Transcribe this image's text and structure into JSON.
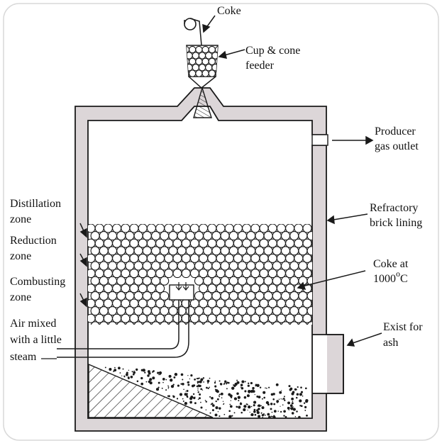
{
  "diagram": {
    "labels": {
      "coke": "Coke",
      "feeder_line1": "Cup & cone",
      "feeder_line2": "feeder",
      "producer_line1": "Producer",
      "producer_line2": "gas outlet",
      "refractory_line1": "Refractory",
      "refractory_line2": "brick lining",
      "coke_temp_line1": "Coke at",
      "coke_temp_line2": "1000",
      "coke_temp_degree": "o",
      "coke_temp_unit": "C",
      "exit_line1": "Exist for",
      "exit_line2": "ash",
      "distillation_line1": "Distillation",
      "distillation_line2": "zone",
      "reduction_line1": "Reduction",
      "reduction_line2": "zone",
      "combusting_line1": "Combusting",
      "combusting_line2": "zone",
      "air_line1": "Air mixed",
      "air_line2": "with a little",
      "air_line3": "steam"
    },
    "colors": {
      "lining_fill": "#dcd6d8",
      "outline": "#1a1a1a",
      "card_border": "#d9d9d9"
    }
  }
}
